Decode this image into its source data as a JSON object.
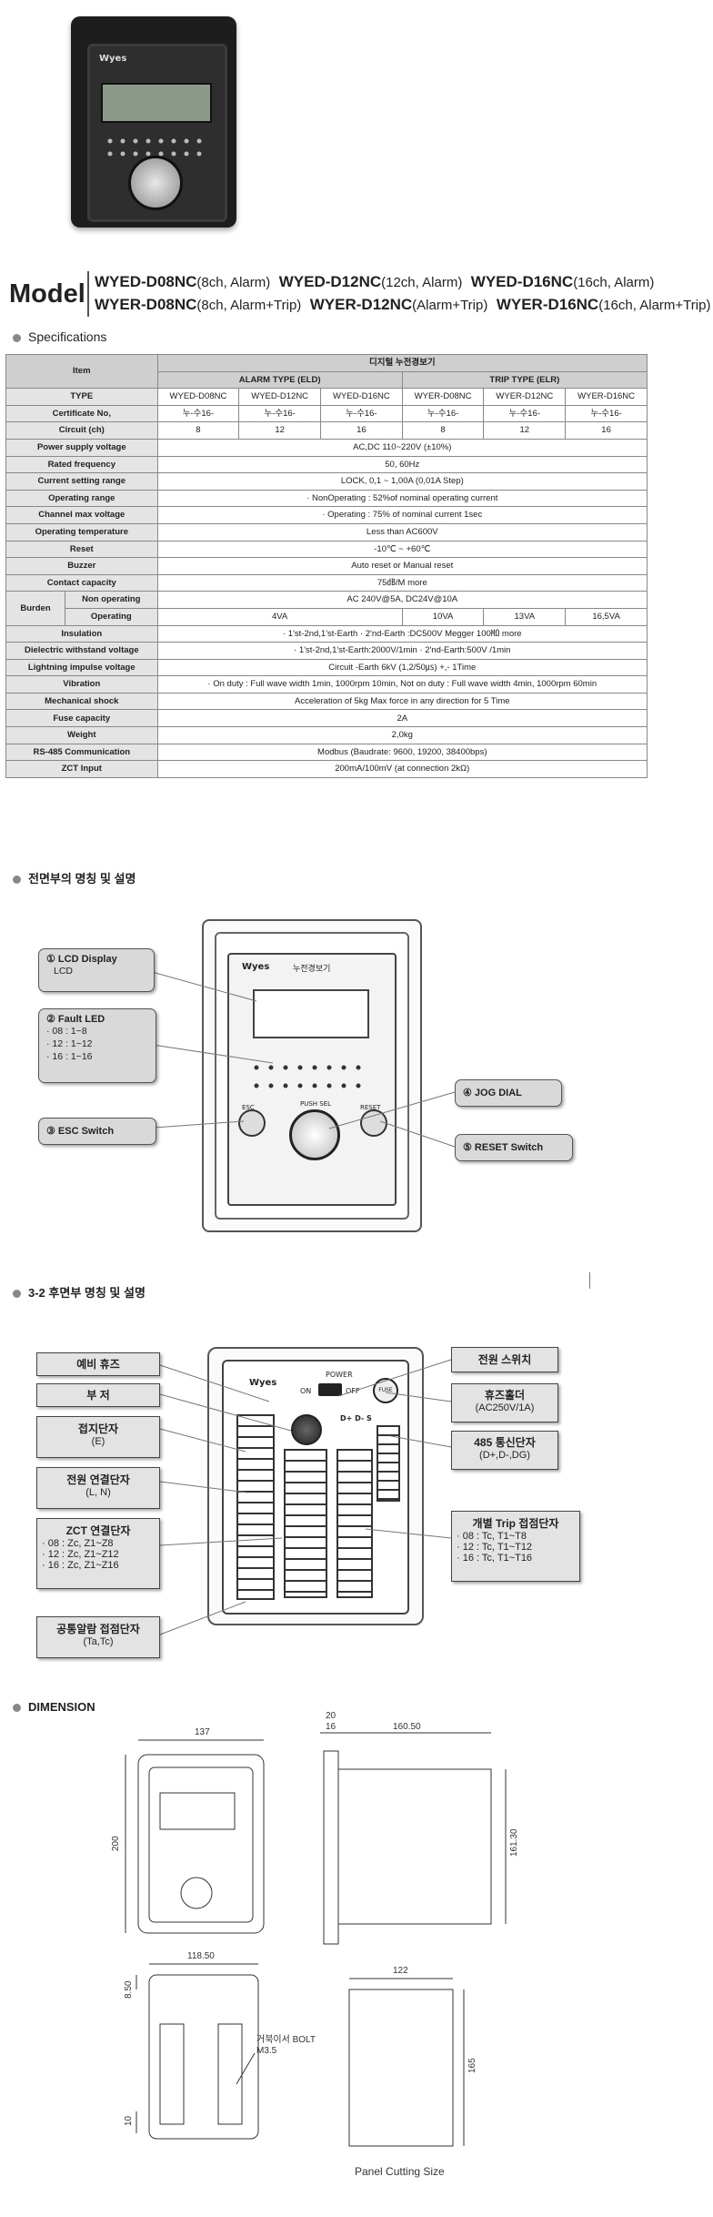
{
  "model": {
    "label": "Model",
    "line1": [
      {
        "code": "WYED-D08NC",
        "desc": "(8ch, Alarm)"
      },
      {
        "code": "WYED-D12NC",
        "desc": "(12ch, Alarm)"
      },
      {
        "code": "WYED-D16NC",
        "desc": "(16ch, Alarm)"
      }
    ],
    "line2": [
      {
        "code": "WYER-D08NC",
        "desc": "(8ch, Alarm+Trip)"
      },
      {
        "code": "WYER-D12NC",
        "desc": "(Alarm+Trip)"
      },
      {
        "code": "WYER-D16NC",
        "desc": "(16ch, Alarm+Trip)"
      }
    ]
  },
  "specs": {
    "title": "Specifications",
    "header": {
      "item": "Item",
      "product": "디지털 누전경보기",
      "alarm_type": "ALARM TYPE (ELD)",
      "trip_type": "TRIP TYPE (ELR)"
    },
    "type_row": {
      "label": "TYPE",
      "values": [
        "WYED-D08NC",
        "WYED-D12NC",
        "WYED-D16NC",
        "WYER-D08NC",
        "WYER-D12NC",
        "WYER-D16NC"
      ]
    },
    "cert_row": {
      "label": "Certificate No,",
      "values": [
        "누-수16-",
        "누-수16-",
        "누-수16-",
        "누-수16-",
        "누-수16-",
        "누-수16-"
      ]
    },
    "circuit_row": {
      "label": "Circuit (ch)",
      "values": [
        "8",
        "12",
        "16",
        "8",
        "12",
        "16"
      ]
    },
    "rows": [
      {
        "label": "Power supply voltage",
        "value": "AC,DC 110~220V (±10%)"
      },
      {
        "label": "Rated frequency",
        "value": "50, 60Hz"
      },
      {
        "label": "Current setting range",
        "value": "LOCK, 0,1 ~ 1,00A (0,01A Step)"
      },
      {
        "label": "Operating range",
        "value": "· NonOperating : 52%of nominal operating current"
      },
      {
        "label": "Channel max voltage",
        "value": "· Operating : 75% of nominal current 1sec"
      },
      {
        "label": "Operating temperature",
        "value": "Less than AC600V"
      },
      {
        "label": "Reset",
        "value": "-10℃ ~ +60℃"
      },
      {
        "label": "Buzzer",
        "value": "Auto reset or Manual reset"
      },
      {
        "label": "Contact capacity",
        "value": "75㏈/M more"
      }
    ],
    "burden": {
      "label": "Burden",
      "non_operating_label": "Non operating",
      "non_operating_value": "AC 240V@5A, DC24V@10A",
      "operating_label": "Operating",
      "operating_values": [
        "4VA",
        "10VA",
        "13VA",
        "16,5VA"
      ]
    },
    "rows2": [
      {
        "label": "Insulation",
        "value": "· 1'st-2nd,1'st-Earth · 2'nd-Earth :DC500V Megger 100㏁ more"
      },
      {
        "label": "Dielectric withstand voltage",
        "value": "· 1'st-2nd,1'st-Earth:2000V/1min   · 2'nd-Earth:500V /1min"
      },
      {
        "label": "Lightning impulse voltage",
        "value": "Circuit -Earth 6kV (1,2/50㎲) +,- 1Time"
      },
      {
        "label": "Vibration",
        "value": "· On duty : Full wave width 1min, 1000rpm 10min, Not on duty : Full wave width 4min, 1000rpm 60min"
      },
      {
        "label": "Mechanical shock",
        "value": "Acceleration of 5kg Max force in any direction for 5 Time"
      },
      {
        "label": "Fuse capacity",
        "value": "2A"
      },
      {
        "label": "Weight",
        "value": "2,0kg"
      },
      {
        "label": "RS-485 Communication",
        "value": "Modbus (Baudrate: 9600, 19200, 38400bps)"
      },
      {
        "label": "ZCT Input",
        "value": "200mA/100mV (at connection 2kΩ)"
      }
    ]
  },
  "front": {
    "title": "전면부의 명칭 및 설명",
    "lcd": {
      "title": "① LCD Display",
      "sub": "LCD"
    },
    "fault": {
      "title": "② Fault LED",
      "lines": [
        "· 08 : 1~8",
        "· 12 : 1~12",
        "· 16 : 1~16"
      ]
    },
    "esc": "③ ESC Switch",
    "jog": "④ JOG DIAL",
    "reset": "⑤ RESET Switch",
    "device_title": "누전경보기",
    "push_sel": "PUSH SEL",
    "esc_btn": "ESC",
    "reset_btn": "RESET"
  },
  "rear": {
    "title": "3-2 후면부 명칭 및 설명",
    "left": [
      {
        "title": "예비 휴즈"
      },
      {
        "title": "부 저"
      },
      {
        "title": "접지단자",
        "sub": "(E)"
      },
      {
        "title": "전원 연결단자",
        "sub": "(L, N)"
      },
      {
        "title": "ZCT 연결단자",
        "lines": [
          "· 08 : Zc, Z1~Z8",
          "· 12 : Zc, Z1~Z12",
          "· 16 : Zc, Z1~Z16"
        ]
      },
      {
        "title": "공통알람 접점단자",
        "sub": "(Ta,Tc)"
      }
    ],
    "right": [
      {
        "title": "전원 스위치"
      },
      {
        "title": "휴즈홀더",
        "sub": "(AC250V/1A)"
      },
      {
        "title": "485 통신단자",
        "sub": "(D+,D-,DG)"
      },
      {
        "title": "개별 Trip 접점단자",
        "lines": [
          "· 08 : Tc, T1~T8",
          "· 12 : Tc, T1~T12",
          "· 16 : Tc, T1~T16"
        ]
      }
    ],
    "power_label": "POWER",
    "on": "ON",
    "off": "OFF",
    "fuse": "FUSE",
    "rs485": "D+ D- S"
  },
  "dimension": {
    "title": "DIMENSION",
    "front_w": "137",
    "front_h": "200",
    "side_20": "20",
    "side_16": "16",
    "side_depth": "160.50",
    "side_h": "161.30",
    "back_w": "118.50",
    "back_850": "8.50",
    "back_10": "10",
    "bolt": "거북이서 BOLT",
    "bolt_size": "M3.5",
    "cut_w": "122",
    "cut_h": "165",
    "cut_label": "Panel Cutting Size"
  }
}
